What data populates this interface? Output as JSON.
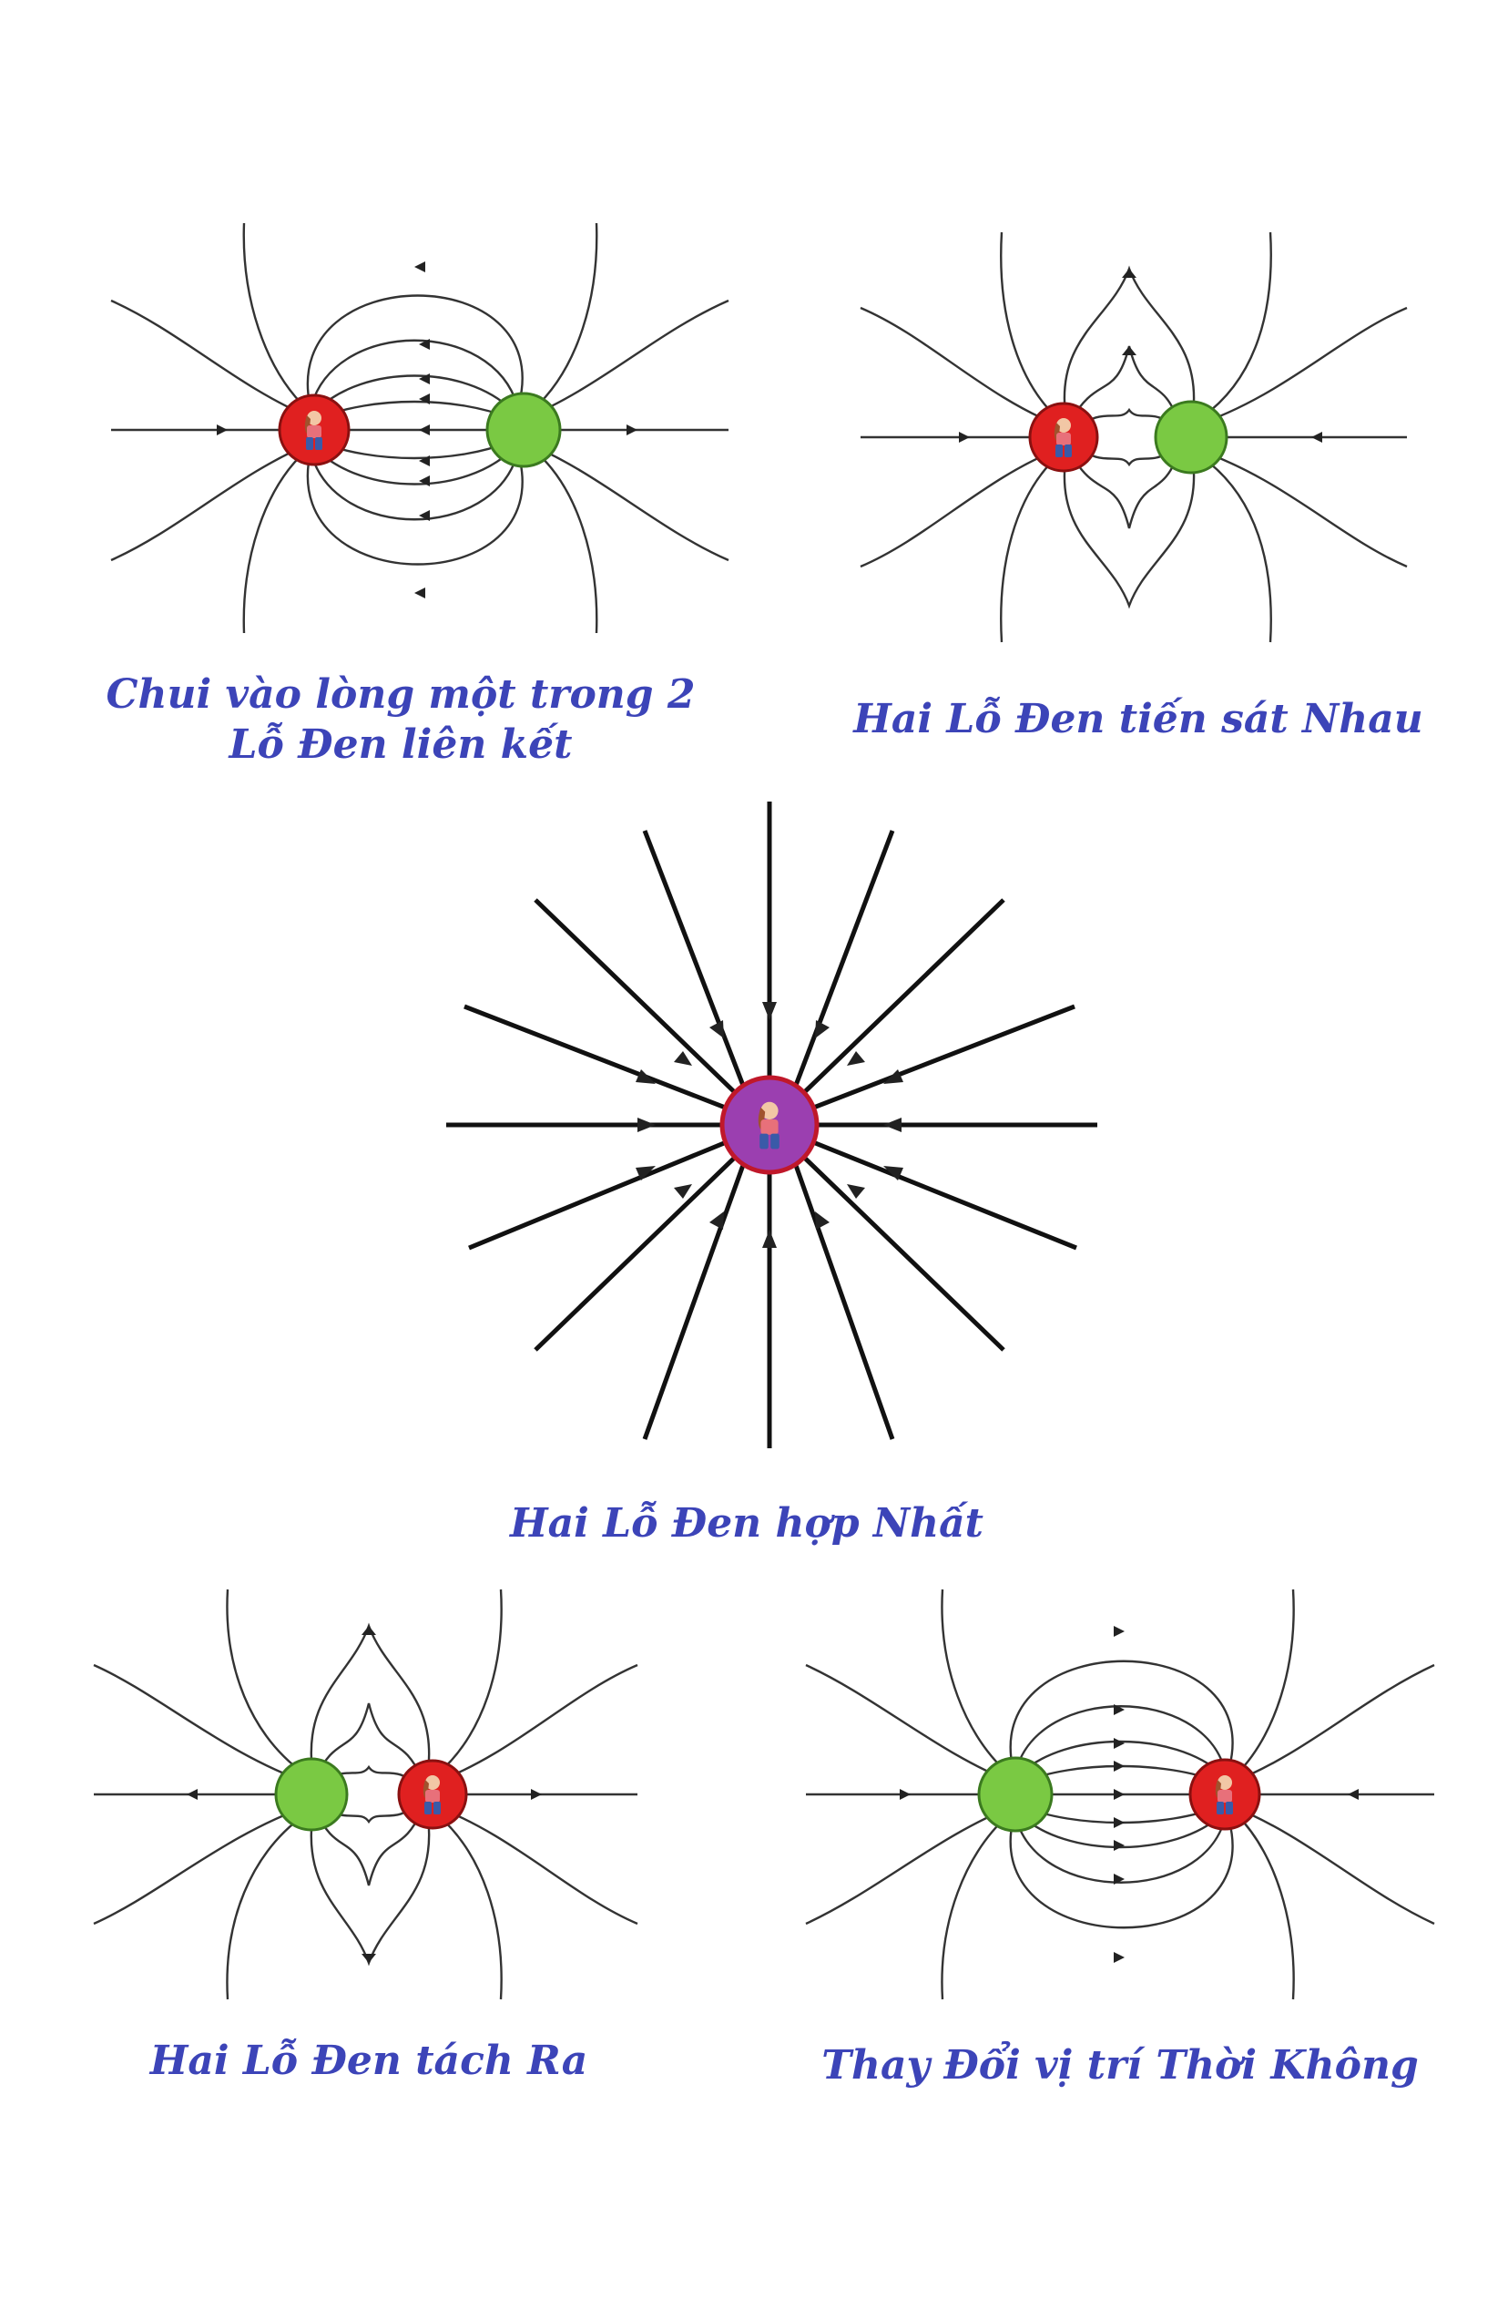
{
  "captions": {
    "panel_1": {
      "line1": "Chui vào lòng một trong 2",
      "line2": "Lỗ Đen liên kết"
    },
    "panel_2": "Hai Lỗ Đen tiến sát Nhau",
    "panel_3": "Hai Lỗ Đen hợp Nhất",
    "panel_4": "Hai Lỗ Đen tách Ra",
    "panel_5": "Thay Đổi vị trí Thời Không"
  },
  "colors": {
    "caption": "#3c44b8",
    "red_hole": "#e02020",
    "green_hole": "#7ac943",
    "merged_hole": "#9b3fb0",
    "field_line": "#333333"
  },
  "icons": {
    "traveler": "girl-figure-icon"
  }
}
